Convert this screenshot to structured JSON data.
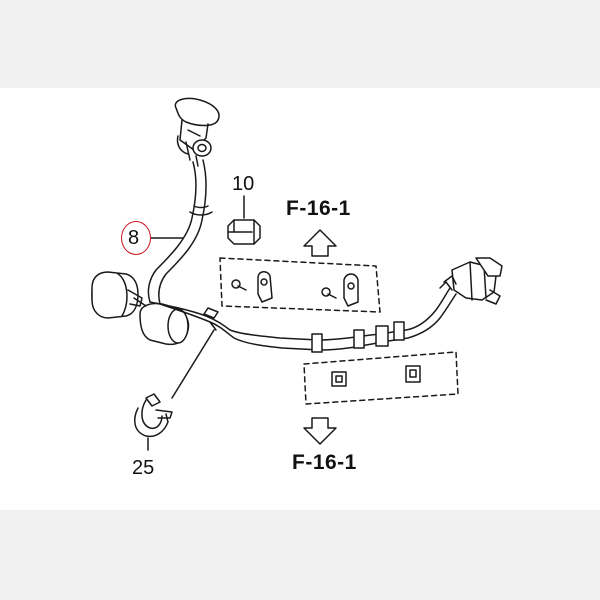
{
  "callouts": {
    "part_8": "8",
    "part_10": "10",
    "part_25": "25",
    "ref_top": "F-16-1",
    "ref_bottom": "F-16-1"
  },
  "colors": {
    "background": "#f0f0f0",
    "panel": "#ffffff",
    "line": "#1a1a1a",
    "highlight_circle": "#c8141e"
  },
  "icons": {
    "arrow_up": "arrow-up-icon",
    "arrow_down": "arrow-down-icon",
    "highlight": "circle-highlight"
  }
}
